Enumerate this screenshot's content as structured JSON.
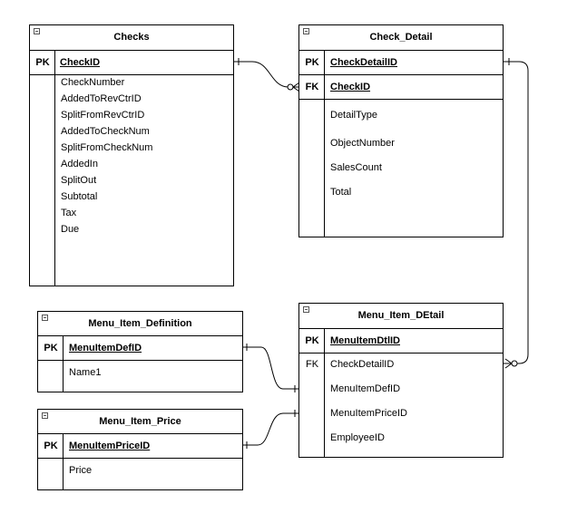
{
  "checks": {
    "title": "Checks",
    "pk_label": "PK",
    "pk_field": "CheckID",
    "attributes": [
      "CheckNumber",
      "AddedToRevCtrID",
      "SplitFromRevCtrID",
      "AddedToCheckNum",
      "SplitFromCheckNum",
      "AddedIn",
      "SplitOut",
      "Subtotal",
      "Tax",
      "Due"
    ]
  },
  "check_detail": {
    "title": "Check_Detail",
    "pk_label": "PK",
    "pk_field": "CheckDetailID",
    "fk_label": "FK",
    "fk_field": "CheckID",
    "attributes": [
      "DetailType",
      "ObjectNumber",
      "SalesCount",
      "Total"
    ]
  },
  "menu_item_definition": {
    "title": "Menu_Item_Definition",
    "pk_label": "PK",
    "pk_field": "MenuItemDefID",
    "attributes": [
      "Name1"
    ]
  },
  "menu_item_price": {
    "title": "Menu_Item_Price",
    "pk_label": "PK",
    "pk_field": "MenuItemPriceID",
    "attributes": [
      "Price"
    ]
  },
  "menu_item_detail": {
    "title": "Menu_Item_DEtail",
    "pk_label": "PK",
    "pk_field": "MenuItemDtlID",
    "fk_label": "FK",
    "attributes": [
      "CheckDetailID",
      "MenuItemDefID",
      "MenuItemPriceID",
      "EmployeeID"
    ]
  },
  "relationships": [
    {
      "from": "Checks.CheckID",
      "to": "Check_Detail.CheckID",
      "from_end": "one",
      "to_end": "zero-or-many"
    },
    {
      "from": "Check_Detail.CheckDetailID",
      "to": "Menu_Item_DEtail.CheckDetailID",
      "from_end": "one",
      "to_end": "zero-or-many"
    },
    {
      "from": "Menu_Item_Definition.MenuItemDefID",
      "to": "Menu_Item_DEtail.MenuItemDefID",
      "from_end": "one",
      "to_end": "one"
    },
    {
      "from": "Menu_Item_Price.MenuItemPriceID",
      "to": "Menu_Item_DEtail.MenuItemPriceID",
      "from_end": "one",
      "to_end": "one"
    }
  ]
}
